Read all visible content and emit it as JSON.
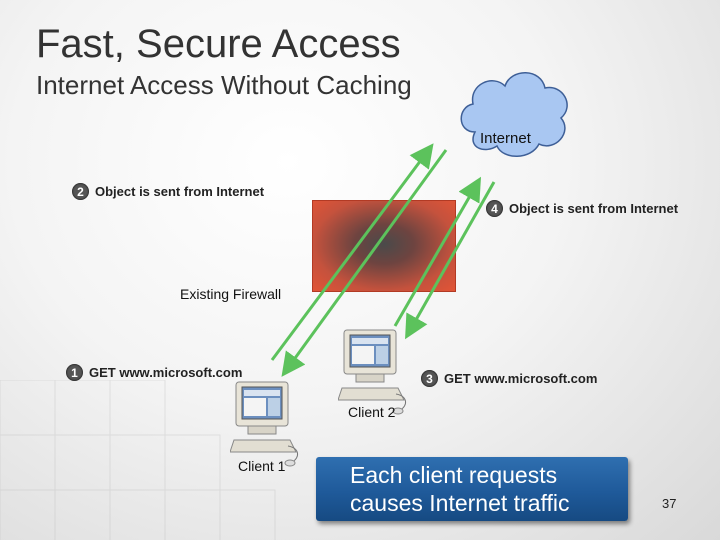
{
  "title": "Fast, Secure Access",
  "subtitle": "Internet Access Without Caching",
  "internet_label": "Internet",
  "firewall_label": "Existing Firewall",
  "steps": [
    {
      "num": "1",
      "text": "GET www.microsoft.com"
    },
    {
      "num": "2",
      "text": "Object is sent from Internet"
    },
    {
      "num": "3",
      "text": "GET www.microsoft.com"
    },
    {
      "num": "4",
      "text": "Object is sent from Internet"
    }
  ],
  "clients": [
    {
      "label": "Client 1"
    },
    {
      "label": "Client 2"
    }
  ],
  "callout": {
    "line1": "Each client requests",
    "line2": "causes Internet traffic"
  },
  "page_number": "37",
  "colors": {
    "arrow": "#5cc25c",
    "cloud": "#a9c7f2",
    "firewall": "#e25436",
    "callout": "#1f5a9a"
  }
}
